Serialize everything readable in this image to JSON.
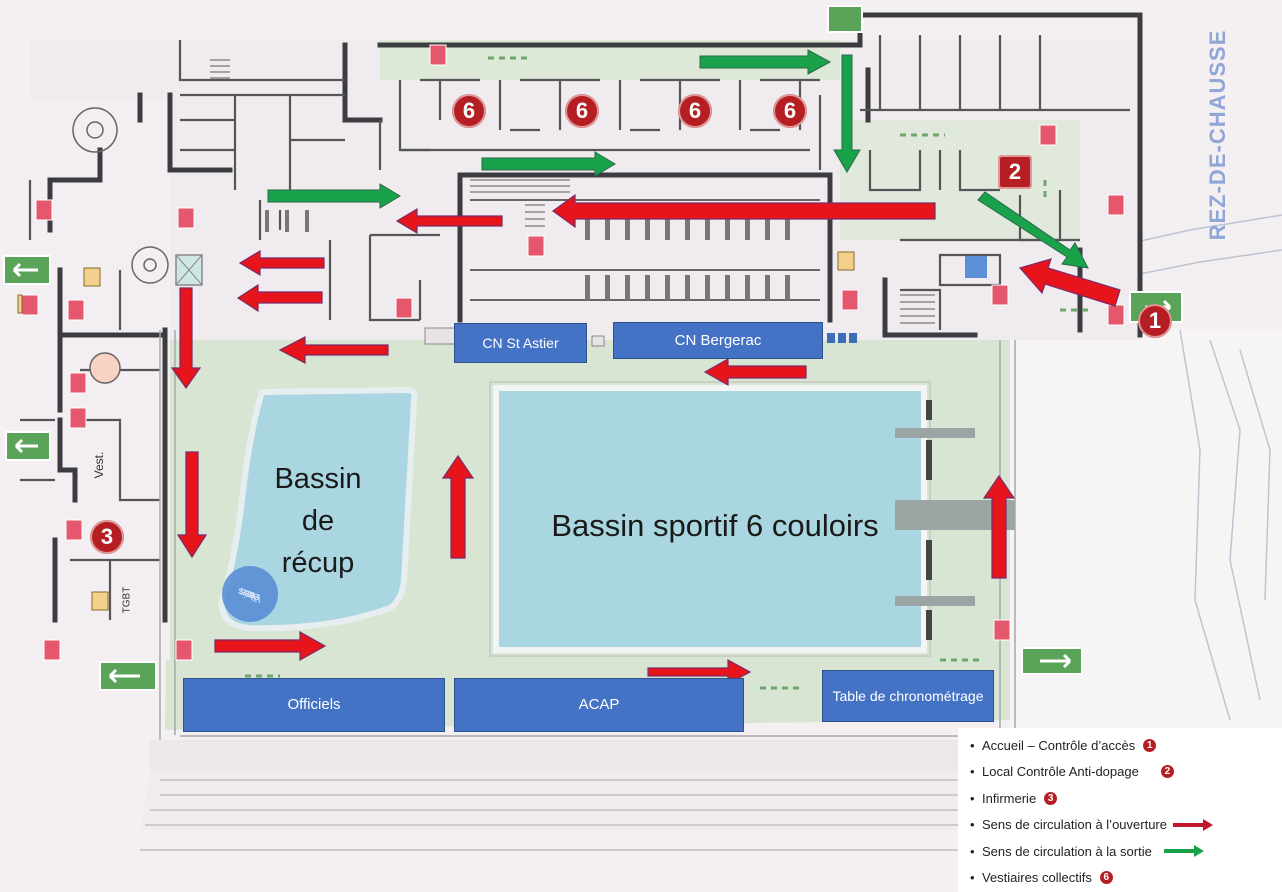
{
  "floor_title": "REZ-DE-CHAUSSE",
  "pools": {
    "recovery": [
      "Bassin",
      "de",
      "récup"
    ],
    "sport": "Bassin sportif 6 couloirs"
  },
  "you_are_here": [
    "Vous",
    "êtes",
    "ici"
  ],
  "room_labels": {
    "vest": "Vest.",
    "tgbt": "TGBT"
  },
  "areas": {
    "cn_st_astier": "CN St Astier",
    "cn_bergerac": "CN Bergerac",
    "officiels": "Officiels",
    "acap": "ACAP",
    "table_chrono": "Table de chronométrage"
  },
  "markers": {
    "accueil": "1",
    "antidopage": "2",
    "infirmerie": "3",
    "vestiaires": [
      "6",
      "6",
      "6",
      "6"
    ]
  },
  "legend": [
    {
      "text": "Accueil – Contrôle d’accès",
      "marker": "1"
    },
    {
      "text": "Local Contrôle Anti-dopage",
      "marker": "2"
    },
    {
      "text": "Infirmerie",
      "marker": "3"
    },
    {
      "text": "Sens de circulation à l’ouverture",
      "arrow": "red"
    },
    {
      "text": "Sens de circulation à la sortie",
      "arrow": "green"
    },
    {
      "text": "Vestiaires collectifs",
      "marker": "6"
    }
  ],
  "colors": {
    "entry_arrow": "#e8141c",
    "exit_arrow": "#1aa24a",
    "label_box": "#4472c4",
    "marker": "#b51f24",
    "pool_water": "#a9d6e0",
    "deck": "#d9e5d3"
  }
}
